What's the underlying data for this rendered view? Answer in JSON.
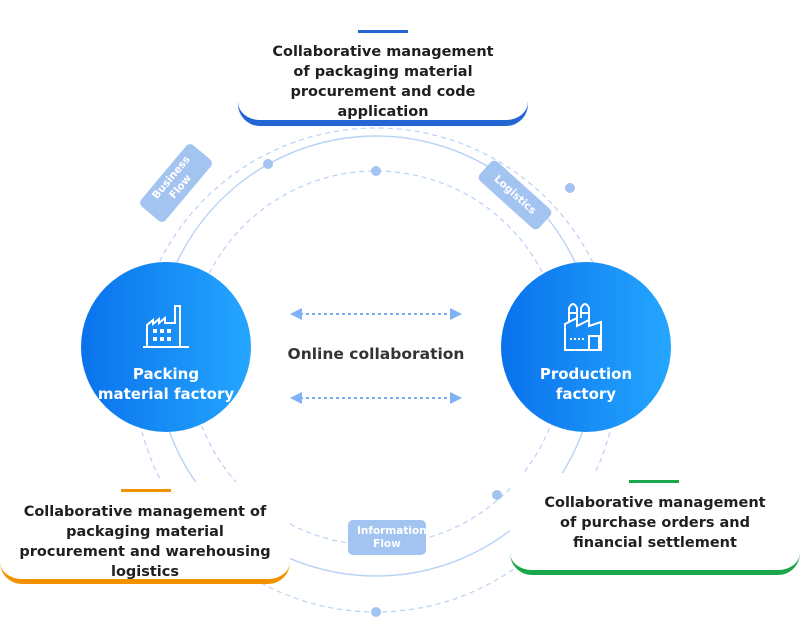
{
  "diagram": {
    "title": "Online collaboration",
    "nodes": [
      {
        "id": "packing",
        "label": "Packing material factory",
        "icon": "factory-icon"
      },
      {
        "id": "production",
        "label": "Production factory",
        "icon": "factory-chimneys-icon"
      }
    ],
    "flows": [
      {
        "label": "Business Flow"
      },
      {
        "label": "Logistics"
      },
      {
        "label": "Information Flow"
      }
    ],
    "cards": [
      {
        "position": "top",
        "text": "Collaborative management of packaging material procurement and code application",
        "color": "#2266d4"
      },
      {
        "position": "bottom-left",
        "text": "Collaborative management of packaging material procurement and warehousing logistics",
        "color": "#f39200"
      },
      {
        "position": "bottom-right",
        "text": "Collaborative management of purchase orders and financial settlement",
        "color": "#1aa64a"
      }
    ],
    "edges": [
      {
        "from": "packing",
        "to": "production",
        "type": "bidirectional-dashed"
      },
      {
        "from": "packing",
        "to": "production",
        "type": "bidirectional-dashed"
      }
    ],
    "colors": {
      "node_gradient_start": "#0a72ec",
      "node_gradient_end": "#24a6ff",
      "ring": "#a3c3f0",
      "arrow": "#2a7be6"
    }
  }
}
